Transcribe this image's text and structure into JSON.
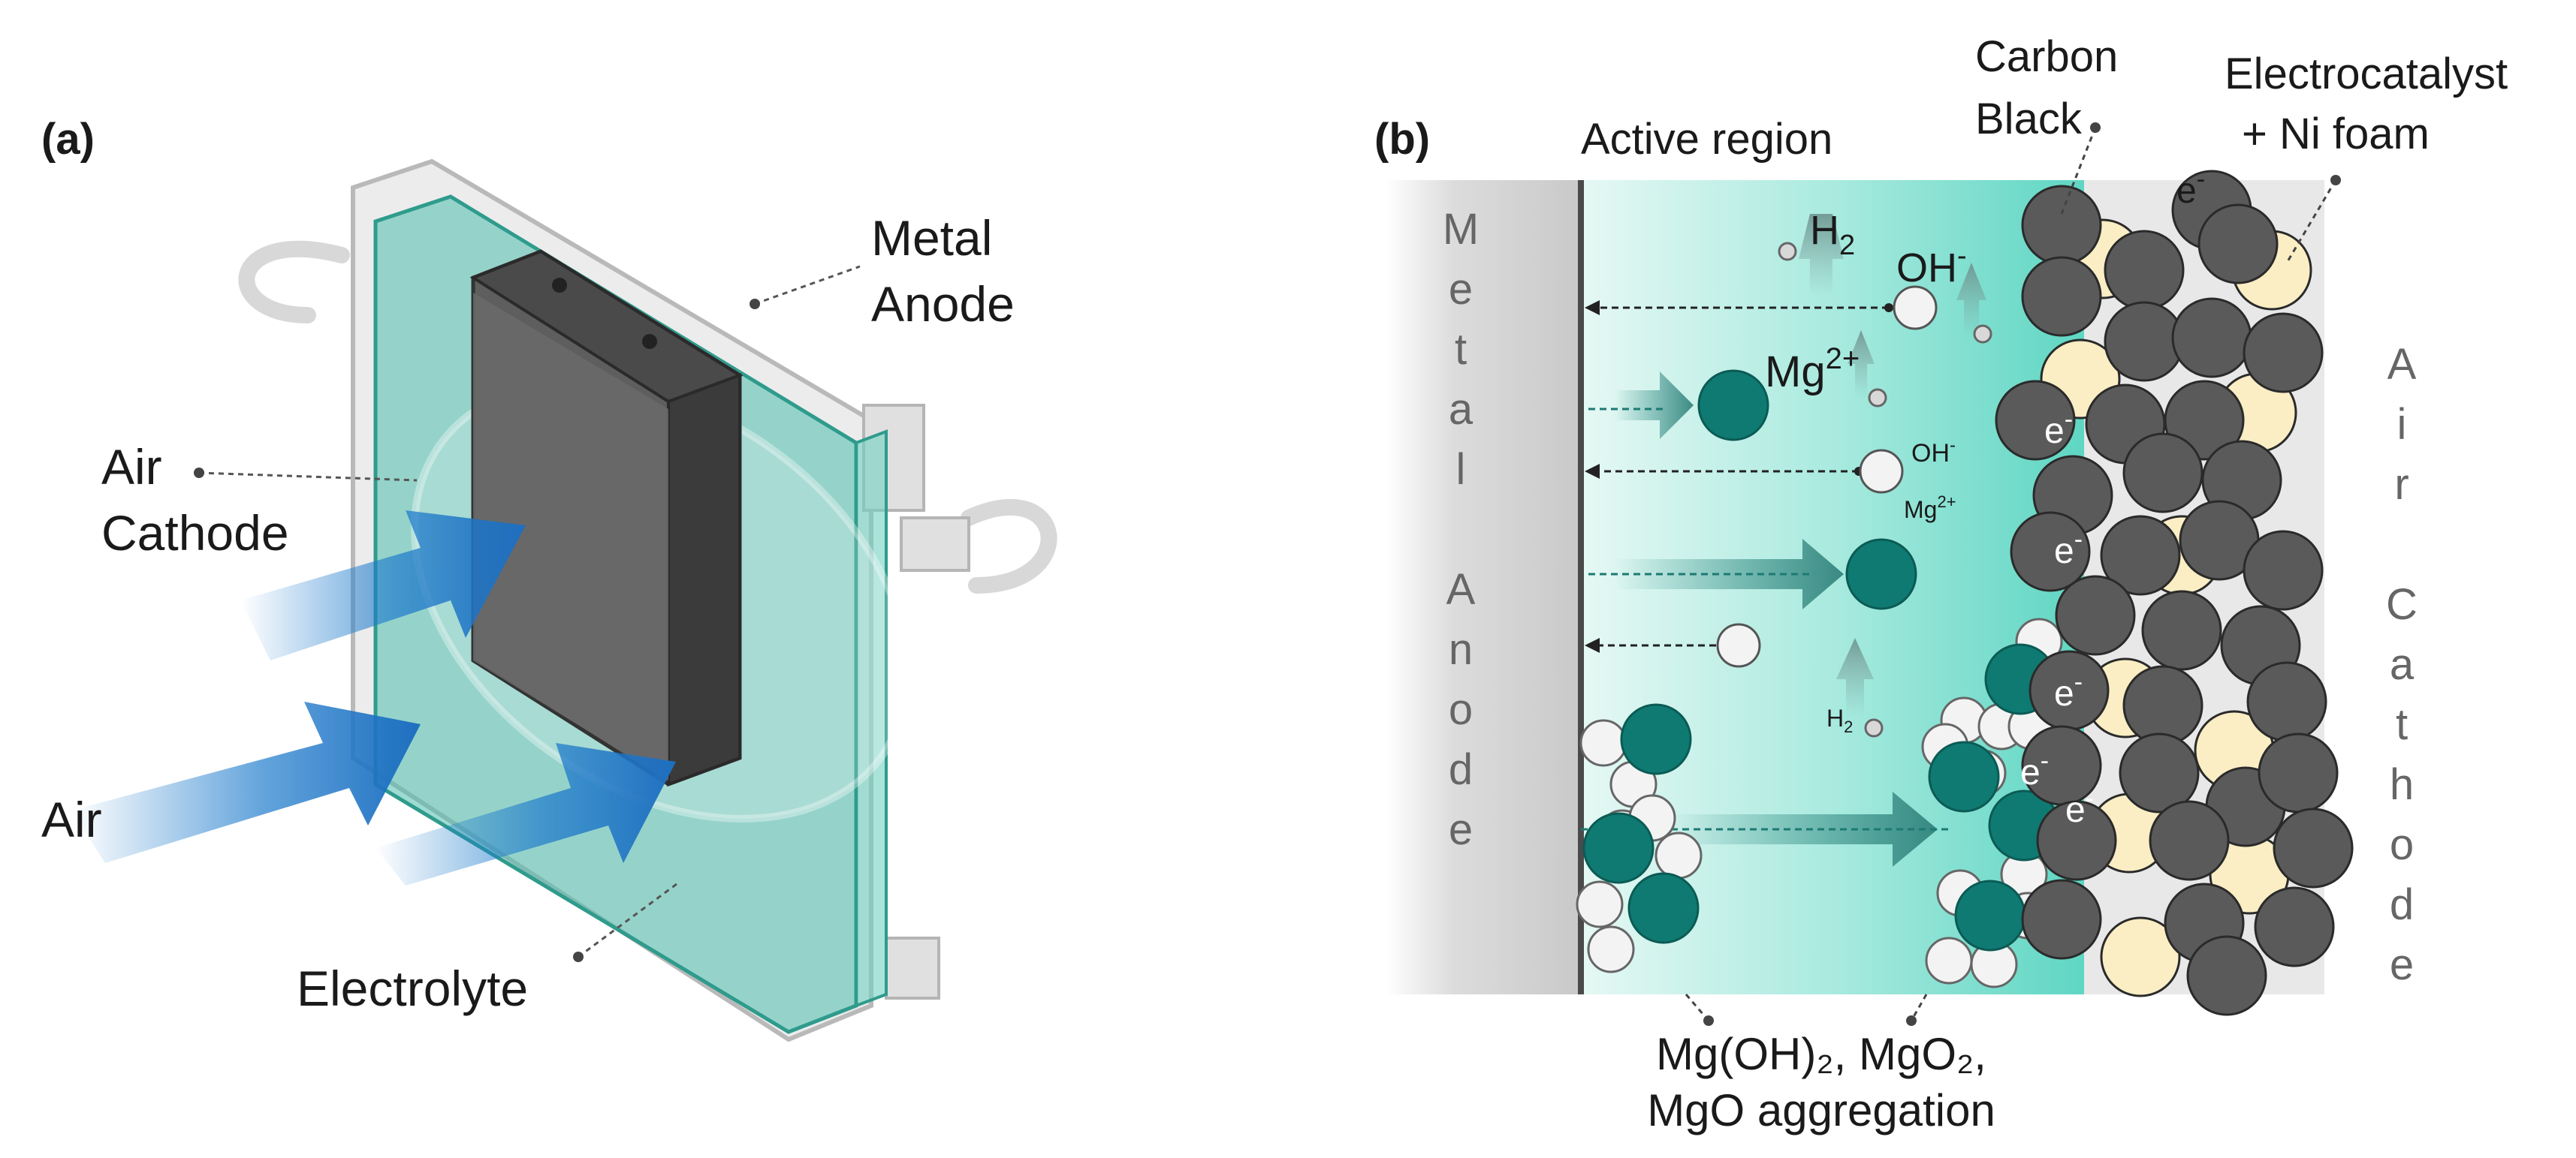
{
  "panel_a": {
    "tag": "(a)",
    "labels": {
      "metal_anode_1": "Metal",
      "metal_anode_2": "Anode",
      "air_cathode_1": "Air",
      "air_cathode_2": "Cathode",
      "air": "Air",
      "electrolyte": "Electrolyte"
    }
  },
  "panel_b": {
    "tag": "(b)",
    "active_region": "Active region",
    "carbon_black_1": "Carbon",
    "carbon_black_2": "Black",
    "electrocatalyst_1": "Electrocatalyst",
    "electrocatalyst_2": "+ Ni foam",
    "metal_anode_letters": [
      "M",
      "e",
      "t",
      "a",
      "l",
      "",
      "A",
      "n",
      "o",
      "d",
      "e"
    ],
    "air_cathode_letters": [
      "A",
      "i",
      "r",
      "",
      "C",
      "a",
      "t",
      "h",
      "o",
      "d",
      "e"
    ],
    "species": {
      "h2_top": "H",
      "h2_top_sub": "2",
      "oh_top": "OH",
      "oh_top_sup": "-",
      "mg_top": "Mg",
      "mg_top_sup": "2+",
      "oh_small": "OH",
      "oh_small_sup": "-",
      "mg_small": "Mg",
      "mg_small_sup": "2+",
      "h2_low": "H",
      "h2_low_sub": "2"
    },
    "electron": "e",
    "electron_sup": "-",
    "aggregation_1": "Mg(OH)₂, MgO₂,",
    "aggregation_2": "MgO aggregation"
  },
  "colors": {
    "electrolyte_teal": "#5fd6c3",
    "mg_ion": "#0f7a72",
    "carbon_black": "#5a5a5a",
    "catalyst": "#fbeec4",
    "air_arrow": "#1f7ccc",
    "anode_gray": "#d0d0d0"
  }
}
